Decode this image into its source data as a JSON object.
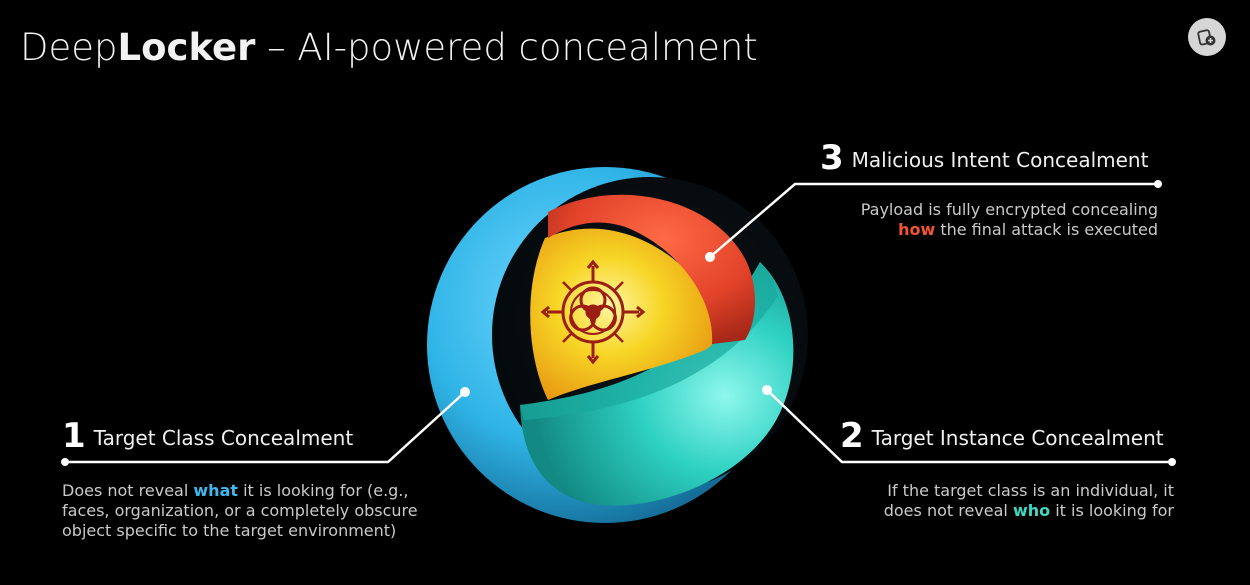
{
  "title": {
    "light": "Deep",
    "bold": "Locker",
    "rest": " – AI-powered concealment"
  },
  "callouts": [
    {
      "number": "1",
      "heading": "Target Class Concealment",
      "desc_pre": "Does not reveal ",
      "desc_highlight": "what",
      "desc_post": " it is looking for (e.g.,",
      "desc_line2": "faces, organization, or a completely obscure",
      "desc_line3": "object specific to the target environment)",
      "highlight_color": "#3fb8ee"
    },
    {
      "number": "2",
      "heading": "Target Instance Concealment",
      "desc_line1": "If the target class is an individual, it",
      "desc_pre": "does not reveal ",
      "desc_highlight": "who",
      "desc_post": " it is looking for",
      "highlight_color": "#3fd8c4"
    },
    {
      "number": "3",
      "heading": "Malicious Intent Concealment",
      "desc_line1": "Payload is fully encrypted concealing",
      "desc_highlight": "how",
      "desc_post": " the final attack is executed",
      "highlight_color": "#f2552f"
    }
  ],
  "colors": {
    "outer_shell": "#2fb4e6",
    "middle_shell": "#2ed1c2",
    "inner_shell": "#e2432a",
    "core": "#f7d626",
    "biohazard": "#9b1d14"
  },
  "icons": {
    "biohazard": "biohazard-icon",
    "corner_button": "add-to-collection-icon"
  }
}
